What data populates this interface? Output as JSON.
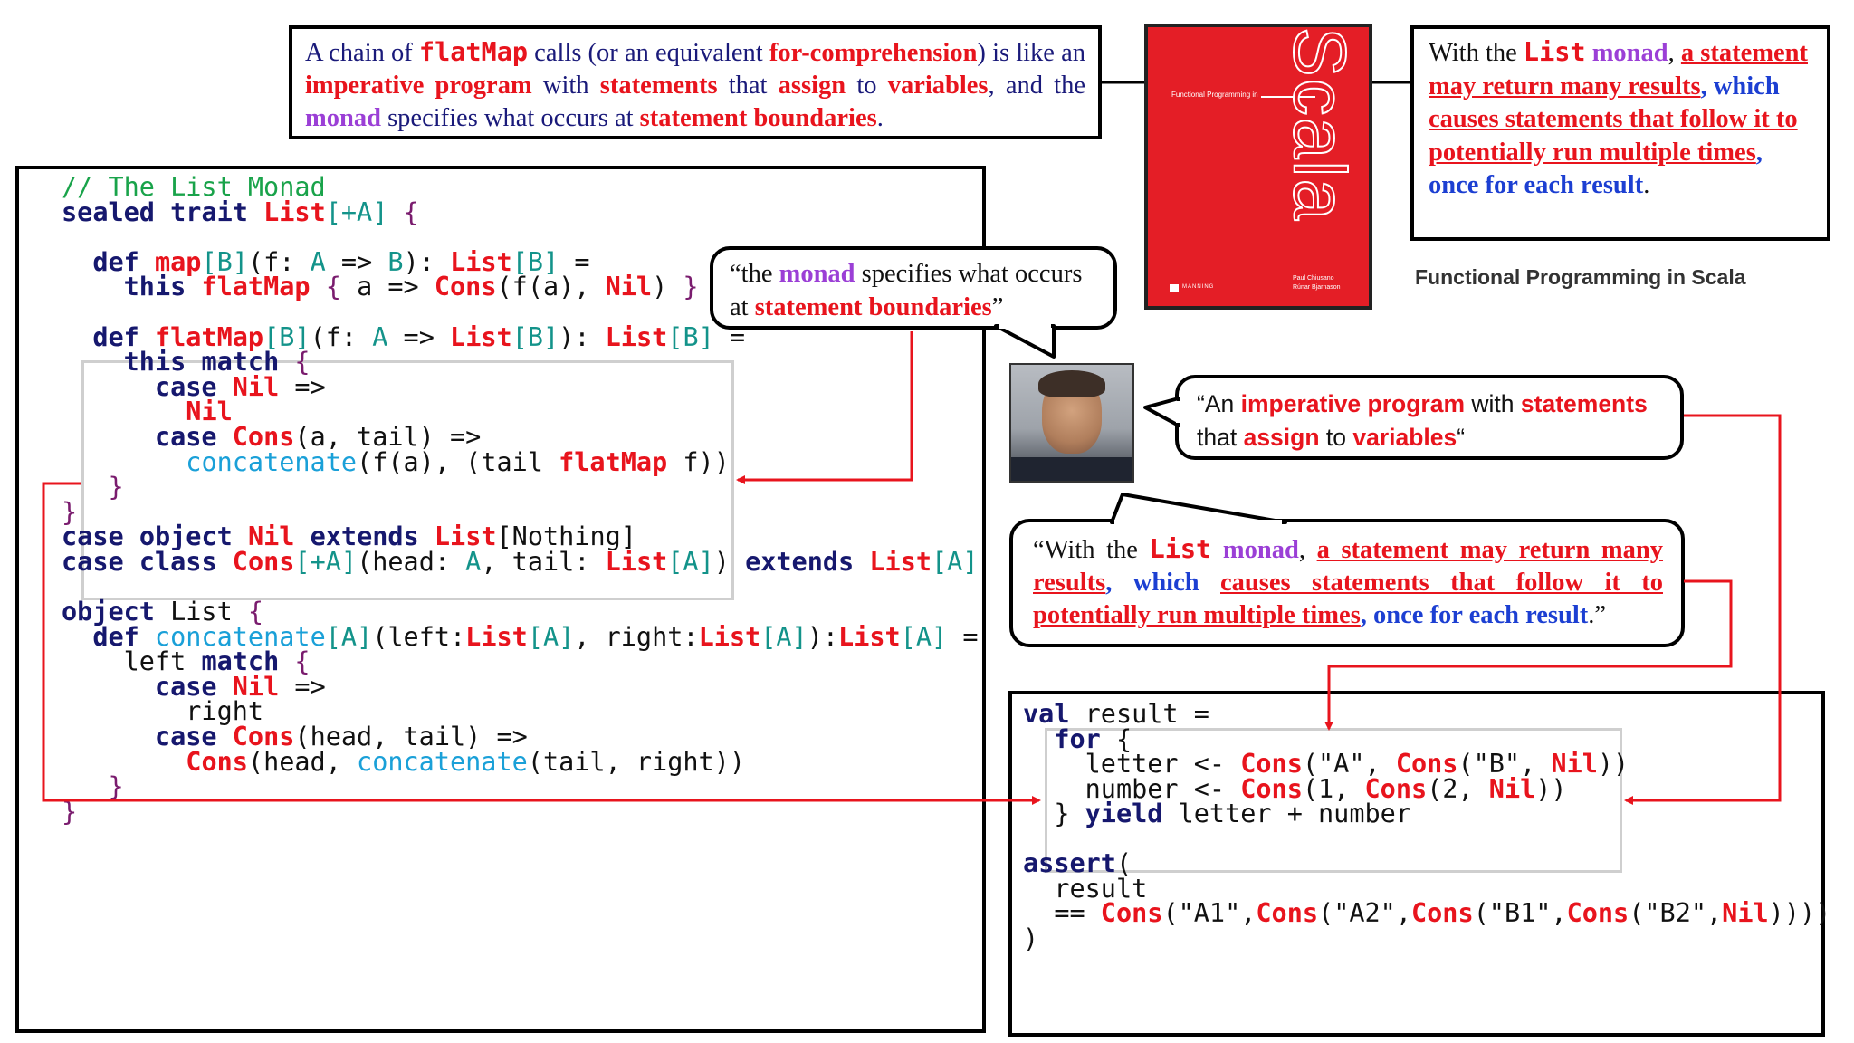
{
  "top_quote": {
    "p1": "A chain of ",
    "flatmap": "flatMap",
    "p2": " calls (or an equivalent ",
    "forcomp": "for-comprehension",
    "p3": ") is like an ",
    "imperative": "imperative program",
    "p4": " with ",
    "statements": "statements",
    "p5": " that ",
    "assign": "assign",
    "p6": " to ",
    "variables": "variables",
    "p7": ", and the ",
    "monad": "monad",
    "p8": " specifies what occurs at ",
    "boundaries": "statement boundaries",
    "p9": "."
  },
  "book": {
    "small_title": "Functional Programming in",
    "big_title": "Scala",
    "authors_1": "Paul Chiusano",
    "authors_2": "Rúnar Bjarnason",
    "publisher": "MANNING",
    "caption": "Functional Programming in Scala"
  },
  "right_quote": {
    "p1": "With the ",
    "list": "List",
    "monad": "monad",
    "comma": ", ",
    "a": "a statement may return many results",
    "which": ", which ",
    "causes": "causes statements that follow it to potentially run multiple times",
    "once": ", once for each result",
    "end": "."
  },
  "bubble_monad": {
    "q1": "“the ",
    "monad": "monad",
    "q2": " specifies what occurs at ",
    "boundaries": "statement boundaries",
    "q3": "”"
  },
  "bubble_imperative": {
    "q1": "“An ",
    "imperative": "imperative program",
    "q2": " with ",
    "statements": "statements",
    "q3": " that ",
    "assign": "assign",
    "q4": " to ",
    "variables": "variables",
    "q5": "“"
  },
  "bubble_list": {
    "q1": "“With the ",
    "list": "List",
    "sp": " ",
    "monad": "monad",
    "comma": ", ",
    "a": "a statement may return many results",
    "which": ", which ",
    "causes": "causes statements that follow it to potentially run multiple times",
    "once": ", once for each result",
    "end": ".”"
  },
  "colors": {
    "red": "#e8141d",
    "purple": "#9b3fd6",
    "blue": "#1c3fd2",
    "keyword": "#16186e",
    "function": "#1aa0d8",
    "comment": "#19a34a",
    "book_red": "#e41e26"
  },
  "icons": {
    "portrait": "author-photo"
  }
}
